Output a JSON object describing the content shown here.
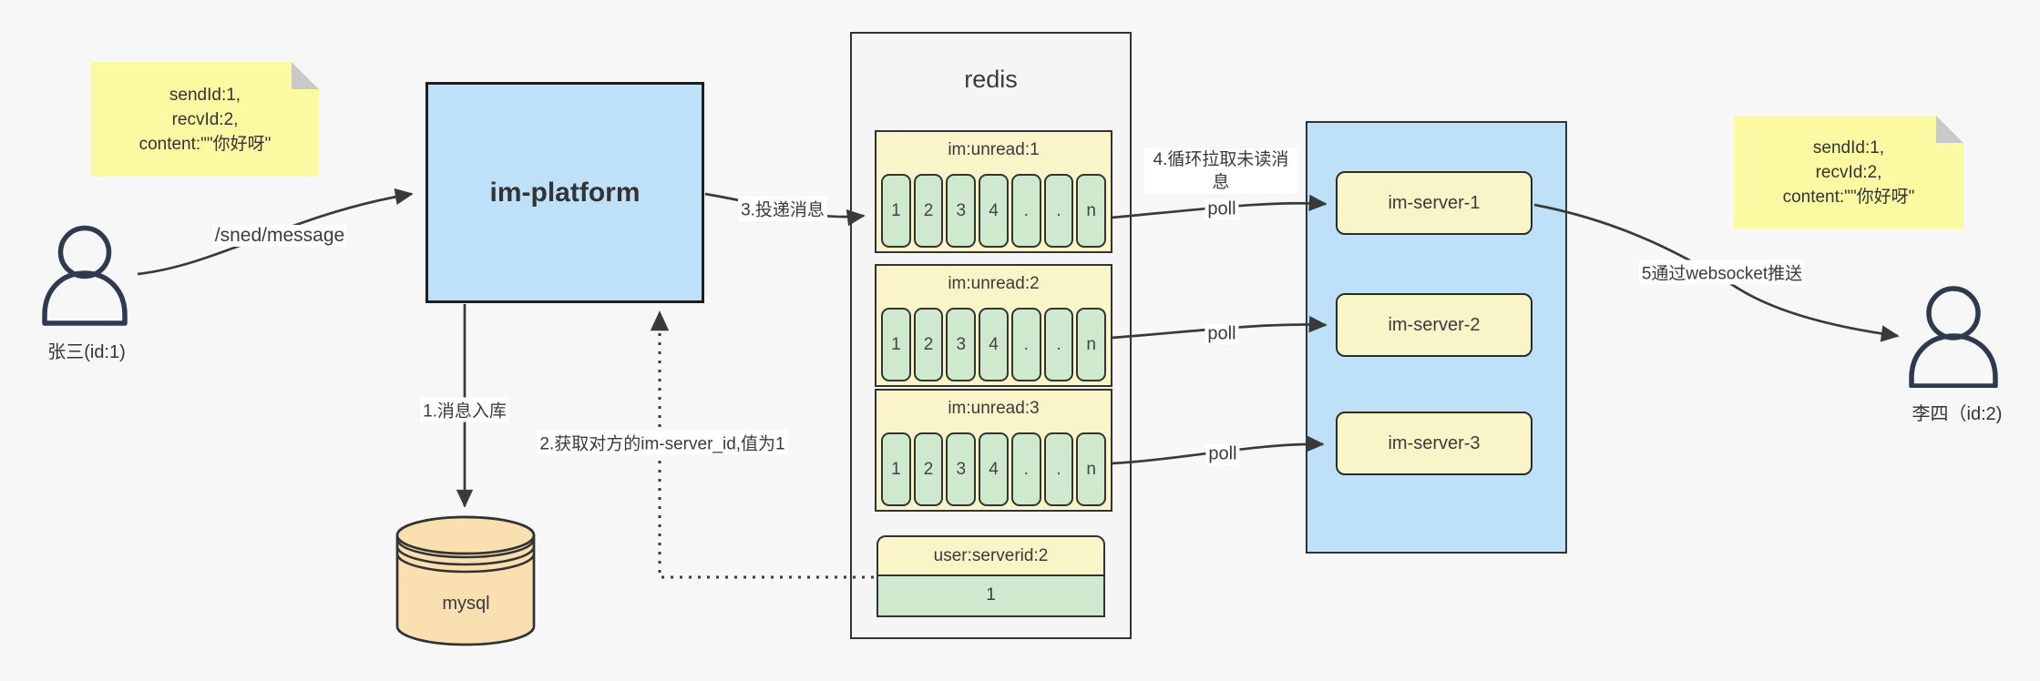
{
  "colors": {
    "background": "#F7F7F7",
    "node_blue": "#BEE0F8",
    "node_yellow": "#FAF5C8",
    "note_yellow": "#FCF9A3",
    "cell_green": "#CEE9CE",
    "db_tan": "#FADFB0",
    "redis_gray": "#F5F5F5",
    "line_dark": "#3A3A3A"
  },
  "note_sender": {
    "lines": [
      "sendId:1,",
      "recvId:2,",
      "content:\"\"你好呀\""
    ]
  },
  "note_receiver": {
    "lines": [
      "sendId:1,",
      "recvId:2,",
      "content:\"\"你好呀\""
    ]
  },
  "actors": {
    "sender": {
      "label": "张三(id:1)",
      "icon": "user-icon"
    },
    "receiver": {
      "label": "李四（id:2)",
      "icon": "user-icon"
    }
  },
  "platform": {
    "label": "im-platform"
  },
  "database": {
    "label": "mysql",
    "icon": "database-cylinder-icon"
  },
  "redis": {
    "title": "redis",
    "queues": [
      {
        "name": "im:unread:1",
        "cells": [
          "1",
          "2",
          "3",
          "4",
          ".",
          ".",
          "n"
        ]
      },
      {
        "name": "im:unread:2",
        "cells": [
          "1",
          "2",
          "3",
          "4",
          ".",
          ".",
          "n"
        ]
      },
      {
        "name": "im:unread:3",
        "cells": [
          "1",
          "2",
          "3",
          "4",
          ".",
          ".",
          "n"
        ]
      }
    ],
    "mapping": {
      "key": "user:serverid:2",
      "value": "1"
    }
  },
  "servers": [
    {
      "label": "im-server-1"
    },
    {
      "label": "im-server-2"
    },
    {
      "label": "im-server-3"
    }
  ],
  "edges": {
    "send": "/sned/message",
    "step1": "1.消息入库",
    "step2": "2.获取对方的im-server_id,值为1",
    "step3": "3.投递消息",
    "step4": "4.循环拉取未读消息",
    "poll": "poll",
    "step5": "5通过websocket推送"
  }
}
